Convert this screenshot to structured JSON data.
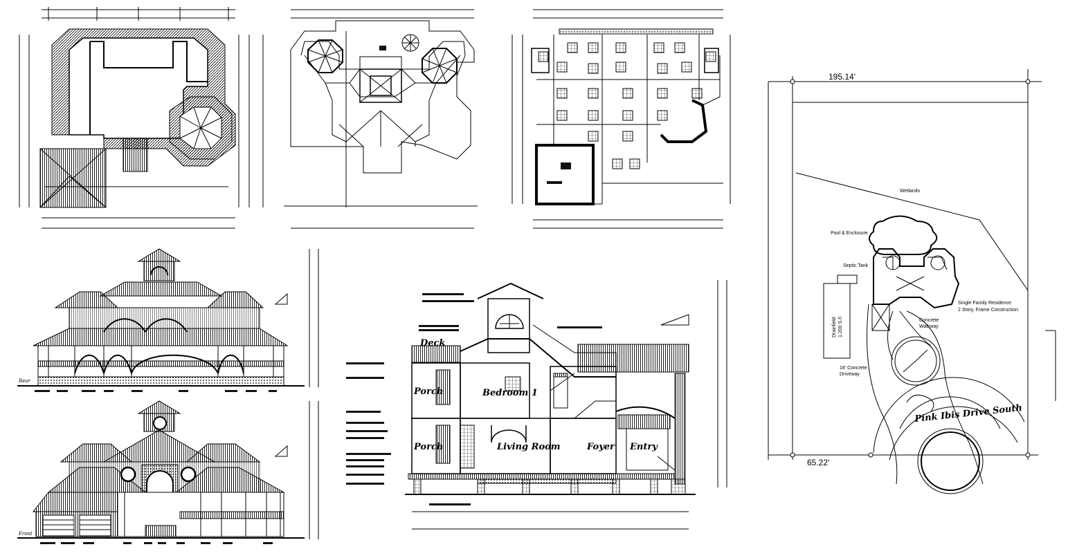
{
  "site_plan": {
    "dim_top": "195.14'",
    "dim_bottom": "65.22'",
    "label_wetlands": "Wetlands",
    "label_pool": "Pool & Enclosure",
    "label_septic": "Septic Tank",
    "label_residence_line1": "Single Family Residence",
    "label_residence_line2": "2 Story, Frame Construction",
    "label_walkway_line1": "Concrete",
    "label_walkway_line2": "Walkway",
    "label_drainfield_line1": "Drainfield",
    "label_drainfield_line2": "1,200 S.F.",
    "label_driveway_line1": "18' Concrete",
    "label_driveway_line2": "Driveway",
    "label_street": "Pink Ibis Drive South"
  },
  "section": {
    "room_deck": "Deck",
    "room_porch_upper": "Porch",
    "room_bedroom": "Bedroom 1",
    "room_porch_lower": "Porch",
    "room_living": "Living Room",
    "room_foyer": "Foyer",
    "room_entry": "Entry"
  },
  "elevations": {
    "rear_label": "Rear",
    "front_label": "Front"
  },
  "colors": {
    "line": "#000000",
    "background": "#ffffff"
  }
}
